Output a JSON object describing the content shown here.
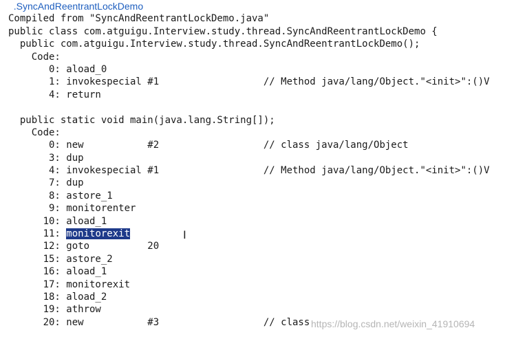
{
  "lines": {
    "l0": "  .SyncAndReentrantLockDemo",
    "l1": "Compiled from \"SyncAndReentrantLockDemo.java\"",
    "l2": "public class com.atguigu.Interview.study.thread.SyncAndReentrantLockDemo {",
    "l3": "  public com.atguigu.Interview.study.thread.SyncAndReentrantLockDemo();",
    "l4": "    Code:",
    "l5": "       0: aload_0",
    "l6": "       1: invokespecial #1                  // Method java/lang/Object.\"<init>\":()V",
    "l7": "       4: return",
    "l8": "",
    "l9": "  public static void main(java.lang.String[]);",
    "l10": "    Code:",
    "l11": "       0: new           #2                  // class java/lang/Object",
    "l12": "       3: dup",
    "l13": "       4: invokespecial #1                  // Method java/lang/Object.\"<init>\":()V",
    "l14": "       7: dup",
    "l15": "       8: astore_1",
    "l16": "       9: monitorenter",
    "l17": "      10: aload_1",
    "l18_prefix": "      11: ",
    "l18_selected": "monitorexit",
    "l19": "      12: goto          20",
    "l20": "      15: astore_2",
    "l21": "      16: aload_1",
    "l22": "      17: monitorexit",
    "l23": "      18: aload_2",
    "l24": "      19: athrow",
    "l25": "      20: new           #3                  // class"
  },
  "cursor_glyph": "I",
  "watermark": "https://blog.csdn.net/weixin_41910694",
  "colors": {
    "selection": "#1e3a8a",
    "header_blue": "#1f5fbf",
    "watermark": "#b5b5b5"
  }
}
